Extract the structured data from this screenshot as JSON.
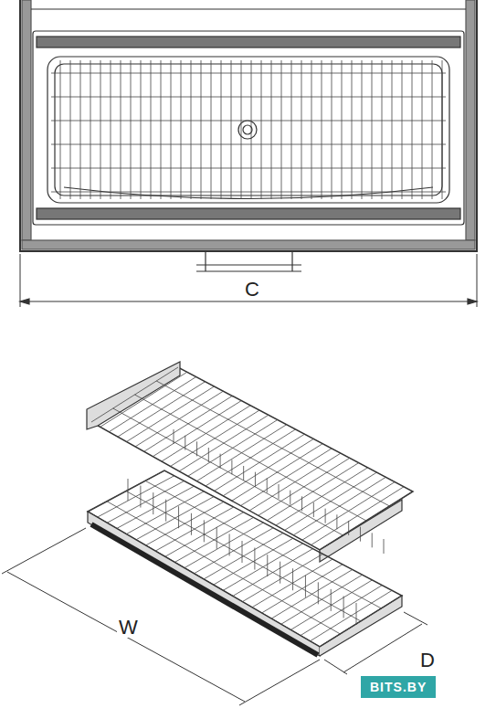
{
  "diagram": {
    "labels": [
      "C",
      "W",
      "D",
      "BITS.BY"
    ]
  }
}
